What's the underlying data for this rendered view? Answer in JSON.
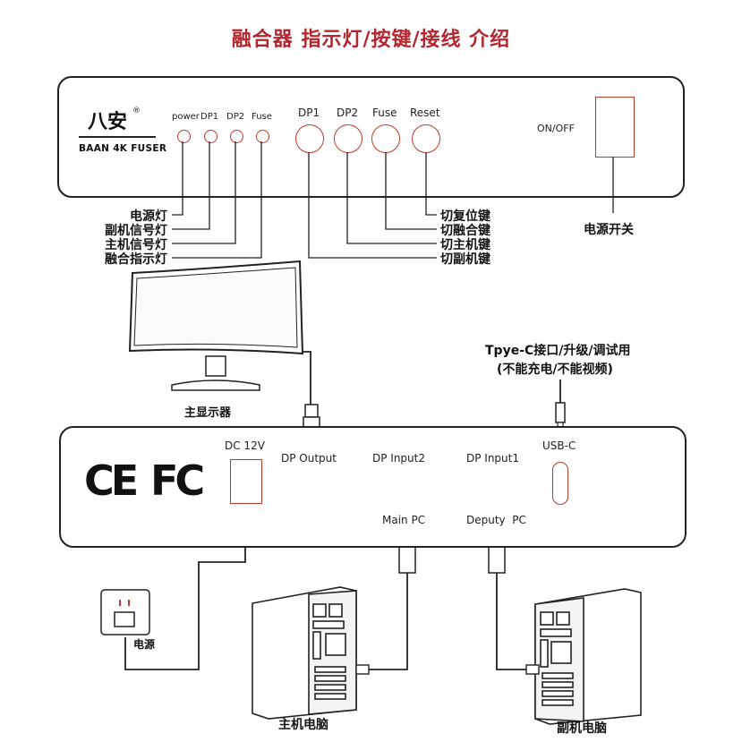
{
  "title": "融合器 指示灯/按键/接线 介绍",
  "front_panel": {
    "brand_cn": "八安",
    "brand_reg": "®",
    "brand_en": "BAAN 4K FUSER",
    "led_labels": [
      "power",
      "DP1",
      "DP2",
      "Fuse"
    ],
    "button_labels": [
      "DP1",
      "DP2",
      "Fuse",
      "Reset"
    ],
    "switch_label": "ON/OFF"
  },
  "led_callouts": [
    "电源灯",
    "副机信号灯",
    "主机信号灯",
    "融合指示灯"
  ],
  "button_callouts": [
    "切复位键",
    "切融合键",
    "切主机键",
    "切副机键"
  ],
  "switch_callout": "电源开关",
  "monitor_label": "主显示器",
  "usbc_note": {
    "line1": "Tpye-C接口/升级/调试用",
    "line2": "(不能充电/不能视频)"
  },
  "back_panel": {
    "cert_logos": [
      "CE",
      "FC"
    ],
    "dc_label": "DC 12V",
    "dp_output_label": "DP Output",
    "dp_input2_label": "DP Input2",
    "dp_input1_label": "DP Input1",
    "usbc_label": "USB-C",
    "main_pc_label": "Main PC",
    "deputy_pc_label": "Deputy  PC"
  },
  "power_outlet_label": "电源",
  "main_pc_caption": "主机电脑",
  "deputy_pc_caption": "副机电脑",
  "colors": {
    "title": "#b3262e",
    "accent": "#c0392b",
    "stroke": "#222222"
  }
}
